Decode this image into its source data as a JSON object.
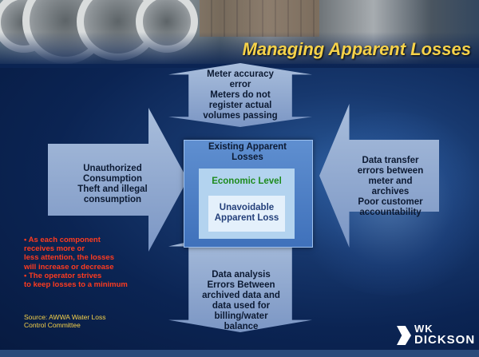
{
  "title": "Managing Apparent Losses",
  "top_arrow": {
    "lines": [
      "Meter accuracy",
      "error",
      "Meters do not",
      "register actual",
      "volumes passing"
    ]
  },
  "left_arrow": {
    "lines": [
      "Unauthorized",
      "Consumption",
      "Theft and illegal",
      "consumption"
    ]
  },
  "right_arrow": {
    "lines": [
      "Data transfer",
      "errors between",
      "meter and",
      "archives",
      "Poor customer",
      "accountability"
    ]
  },
  "bottom_arrow": {
    "lines": [
      "Data analysis",
      "Errors Between",
      "archived data and",
      "data used for",
      "billing/water",
      "balance"
    ]
  },
  "center": {
    "outer_label_lines": [
      "Existing Apparent",
      "Losses"
    ],
    "middle_label": "Economic Level",
    "inner_label_lines": [
      "Unavoidable",
      "Apparent Loss"
    ]
  },
  "bullets": [
    "• As each component",
    "   receives more or",
    "   less attention, the losses",
    "   will increase or decrease",
    "• The operator strives",
    "   to keep losses to a minimum"
  ],
  "source_lines": [
    "Source: AWWA Water Loss",
    "Control Committee"
  ],
  "logo": {
    "top": "WK",
    "bottom": "DICKSON"
  },
  "colors": {
    "title": "#f6d24a",
    "arrow": "#8aa6d0",
    "bullet_text": "#ff3b1f",
    "economic_level": "#1e8b1e",
    "box_blue": "#4a7cc4"
  }
}
